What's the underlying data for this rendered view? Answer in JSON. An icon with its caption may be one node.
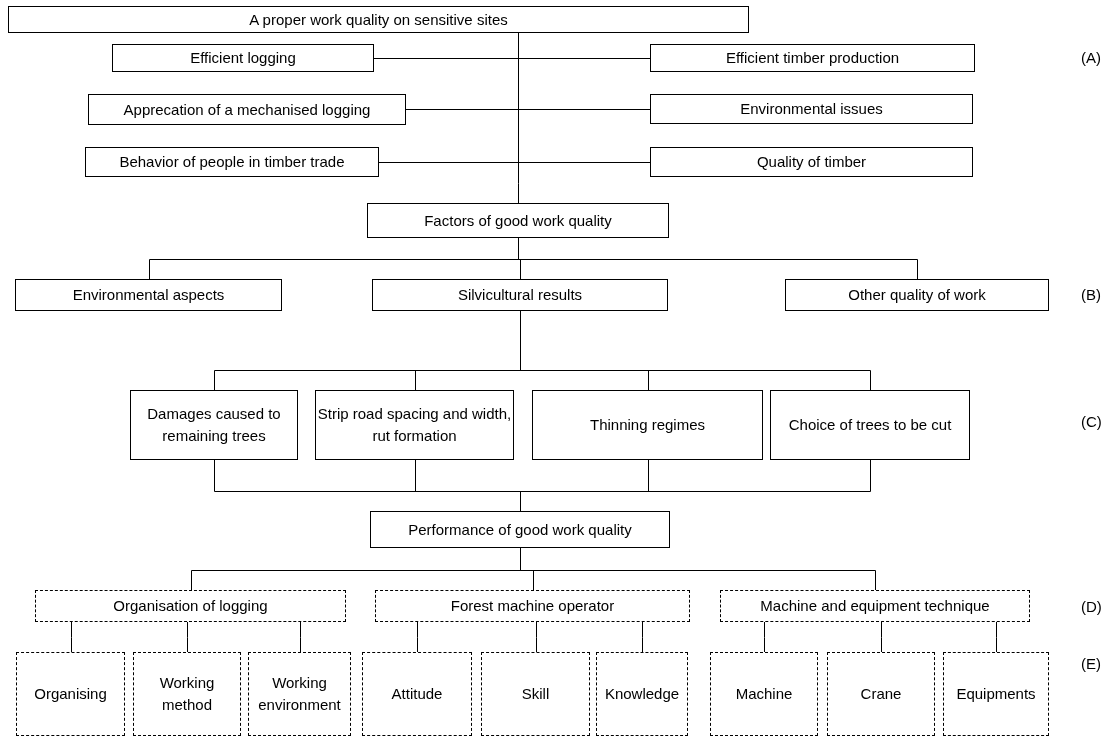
{
  "diagram": {
    "nodes": [
      {
        "text": [
          "A proper work quality on sensitive sites"
        ]
      },
      {
        "text": [
          "Efficient logging"
        ]
      },
      {
        "text": [
          "Efficient timber production"
        ]
      },
      {
        "text": [
          "Apprecation of a mechanised logging"
        ]
      },
      {
        "text": [
          "Environmental issues"
        ]
      },
      {
        "text": [
          "Behavior of people in timber trade"
        ]
      },
      {
        "text": [
          "Quality of timber"
        ]
      },
      {
        "text": [
          "Factors of good work quality"
        ]
      },
      {
        "text": [
          "Environmental aspects"
        ]
      },
      {
        "text": [
          "Silvicultural results"
        ]
      },
      {
        "text": [
          "Other quality of work"
        ]
      },
      {
        "text": [
          "Damages caused to remaining trees"
        ]
      },
      {
        "text": [
          "Strip road spacing and width, rut formation"
        ]
      },
      {
        "text": [
          "Thinning regimes"
        ]
      },
      {
        "text": [
          "Choice of trees to be cut"
        ]
      },
      {
        "text": [
          "Performance of good work quality"
        ]
      },
      {
        "text": [
          "Organisation of logging"
        ]
      },
      {
        "text": [
          "Forest machine operator"
        ]
      },
      {
        "text": [
          "Machine and equipment technique"
        ]
      },
      {
        "text": [
          "Organising"
        ]
      },
      {
        "text": [
          "Working method"
        ]
      },
      {
        "text": [
          "Working environment"
        ]
      },
      {
        "text": [
          "Attitude"
        ]
      },
      {
        "text": [
          "Skill"
        ]
      },
      {
        "text": [
          "Knowledge"
        ]
      },
      {
        "text": [
          "Machine"
        ]
      },
      {
        "text": [
          "Crane"
        ]
      },
      {
        "text": [
          "Equipments"
        ]
      }
    ],
    "edges": [
      {
        "from": 0,
        "to": 7,
        "arrow": "none"
      },
      {
        "from": 1,
        "to": 2,
        "arrow": "none"
      },
      {
        "from": 3,
        "to": 4,
        "arrow": "none"
      },
      {
        "from": 5,
        "to": 6,
        "arrow": "none"
      },
      {
        "from": 7,
        "to": 8,
        "arrow": "none"
      },
      {
        "from": 7,
        "to": 9,
        "arrow": "none"
      },
      {
        "from": 7,
        "to": 10,
        "arrow": "none"
      },
      {
        "from": 9,
        "to": 11,
        "arrow": "none"
      },
      {
        "from": 9,
        "to": 12,
        "arrow": "none"
      },
      {
        "from": 9,
        "to": 13,
        "arrow": "none"
      },
      {
        "from": 9,
        "to": 14,
        "arrow": "none"
      },
      {
        "from": 11,
        "to": 15,
        "arrow": "none"
      },
      {
        "from": 12,
        "to": 15,
        "arrow": "none"
      },
      {
        "from": 13,
        "to": 15,
        "arrow": "none"
      },
      {
        "from": 14,
        "to": 15,
        "arrow": "none"
      },
      {
        "from": 15,
        "to": 16,
        "arrow": "none"
      },
      {
        "from": 15,
        "to": 17,
        "arrow": "none"
      },
      {
        "from": 15,
        "to": 18,
        "arrow": "none"
      },
      {
        "from": 16,
        "to": 19,
        "arrow": "none"
      },
      {
        "from": 16,
        "to": 20,
        "arrow": "none"
      },
      {
        "from": 16,
        "to": 21,
        "arrow": "none"
      },
      {
        "from": 17,
        "to": 22,
        "arrow": "none"
      },
      {
        "from": 17,
        "to": 23,
        "arrow": "none"
      },
      {
        "from": 17,
        "to": 24,
        "arrow": "none"
      },
      {
        "from": 18,
        "to": 25,
        "arrow": "none"
      },
      {
        "from": 18,
        "to": 26,
        "arrow": "none"
      },
      {
        "from": 18,
        "to": 27,
        "arrow": "none"
      }
    ],
    "labels": [
      "(A)",
      "(B)",
      "(C)",
      "(D)",
      "(E)"
    ]
  }
}
